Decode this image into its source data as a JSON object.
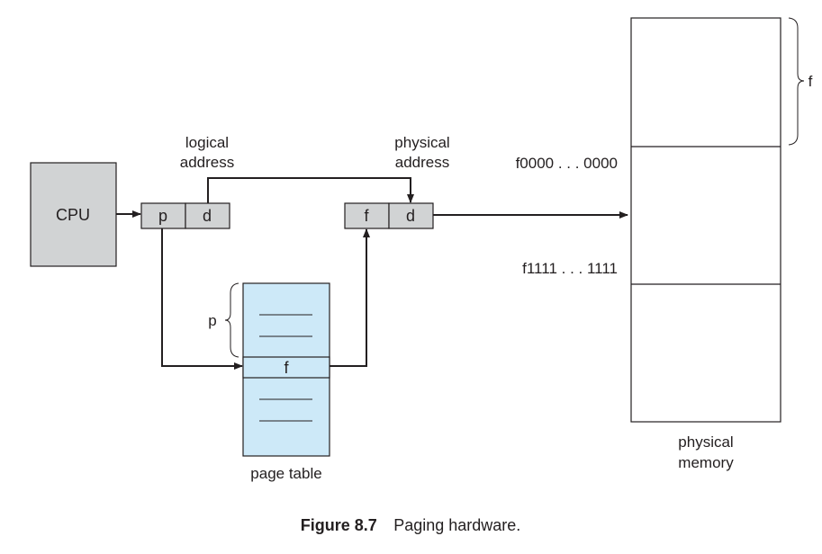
{
  "figure": {
    "caption_number": "Figure 8.7",
    "caption_text": "Paging hardware."
  },
  "cpu": {
    "label": "CPU"
  },
  "logical_address": {
    "label_line1": "logical",
    "label_line2": "address",
    "fields": [
      "p",
      "d"
    ]
  },
  "physical_address": {
    "label_line1": "physical",
    "label_line2": "address",
    "fields": [
      "f",
      "d"
    ]
  },
  "page_table": {
    "label": "page table",
    "index_label": "p",
    "entry_label": "f"
  },
  "physical_memory": {
    "label_line1": "physical",
    "label_line2": "memory",
    "frame_label": "f",
    "frame_start": "f0000 . . . 0000",
    "frame_end": "f1111 . . . 1111"
  },
  "colors": {
    "cpu_fill": "#d1d3d4",
    "register_fill": "#d1d3d4",
    "page_table_fill": "#cde9f8",
    "stroke": "#231f20"
  }
}
